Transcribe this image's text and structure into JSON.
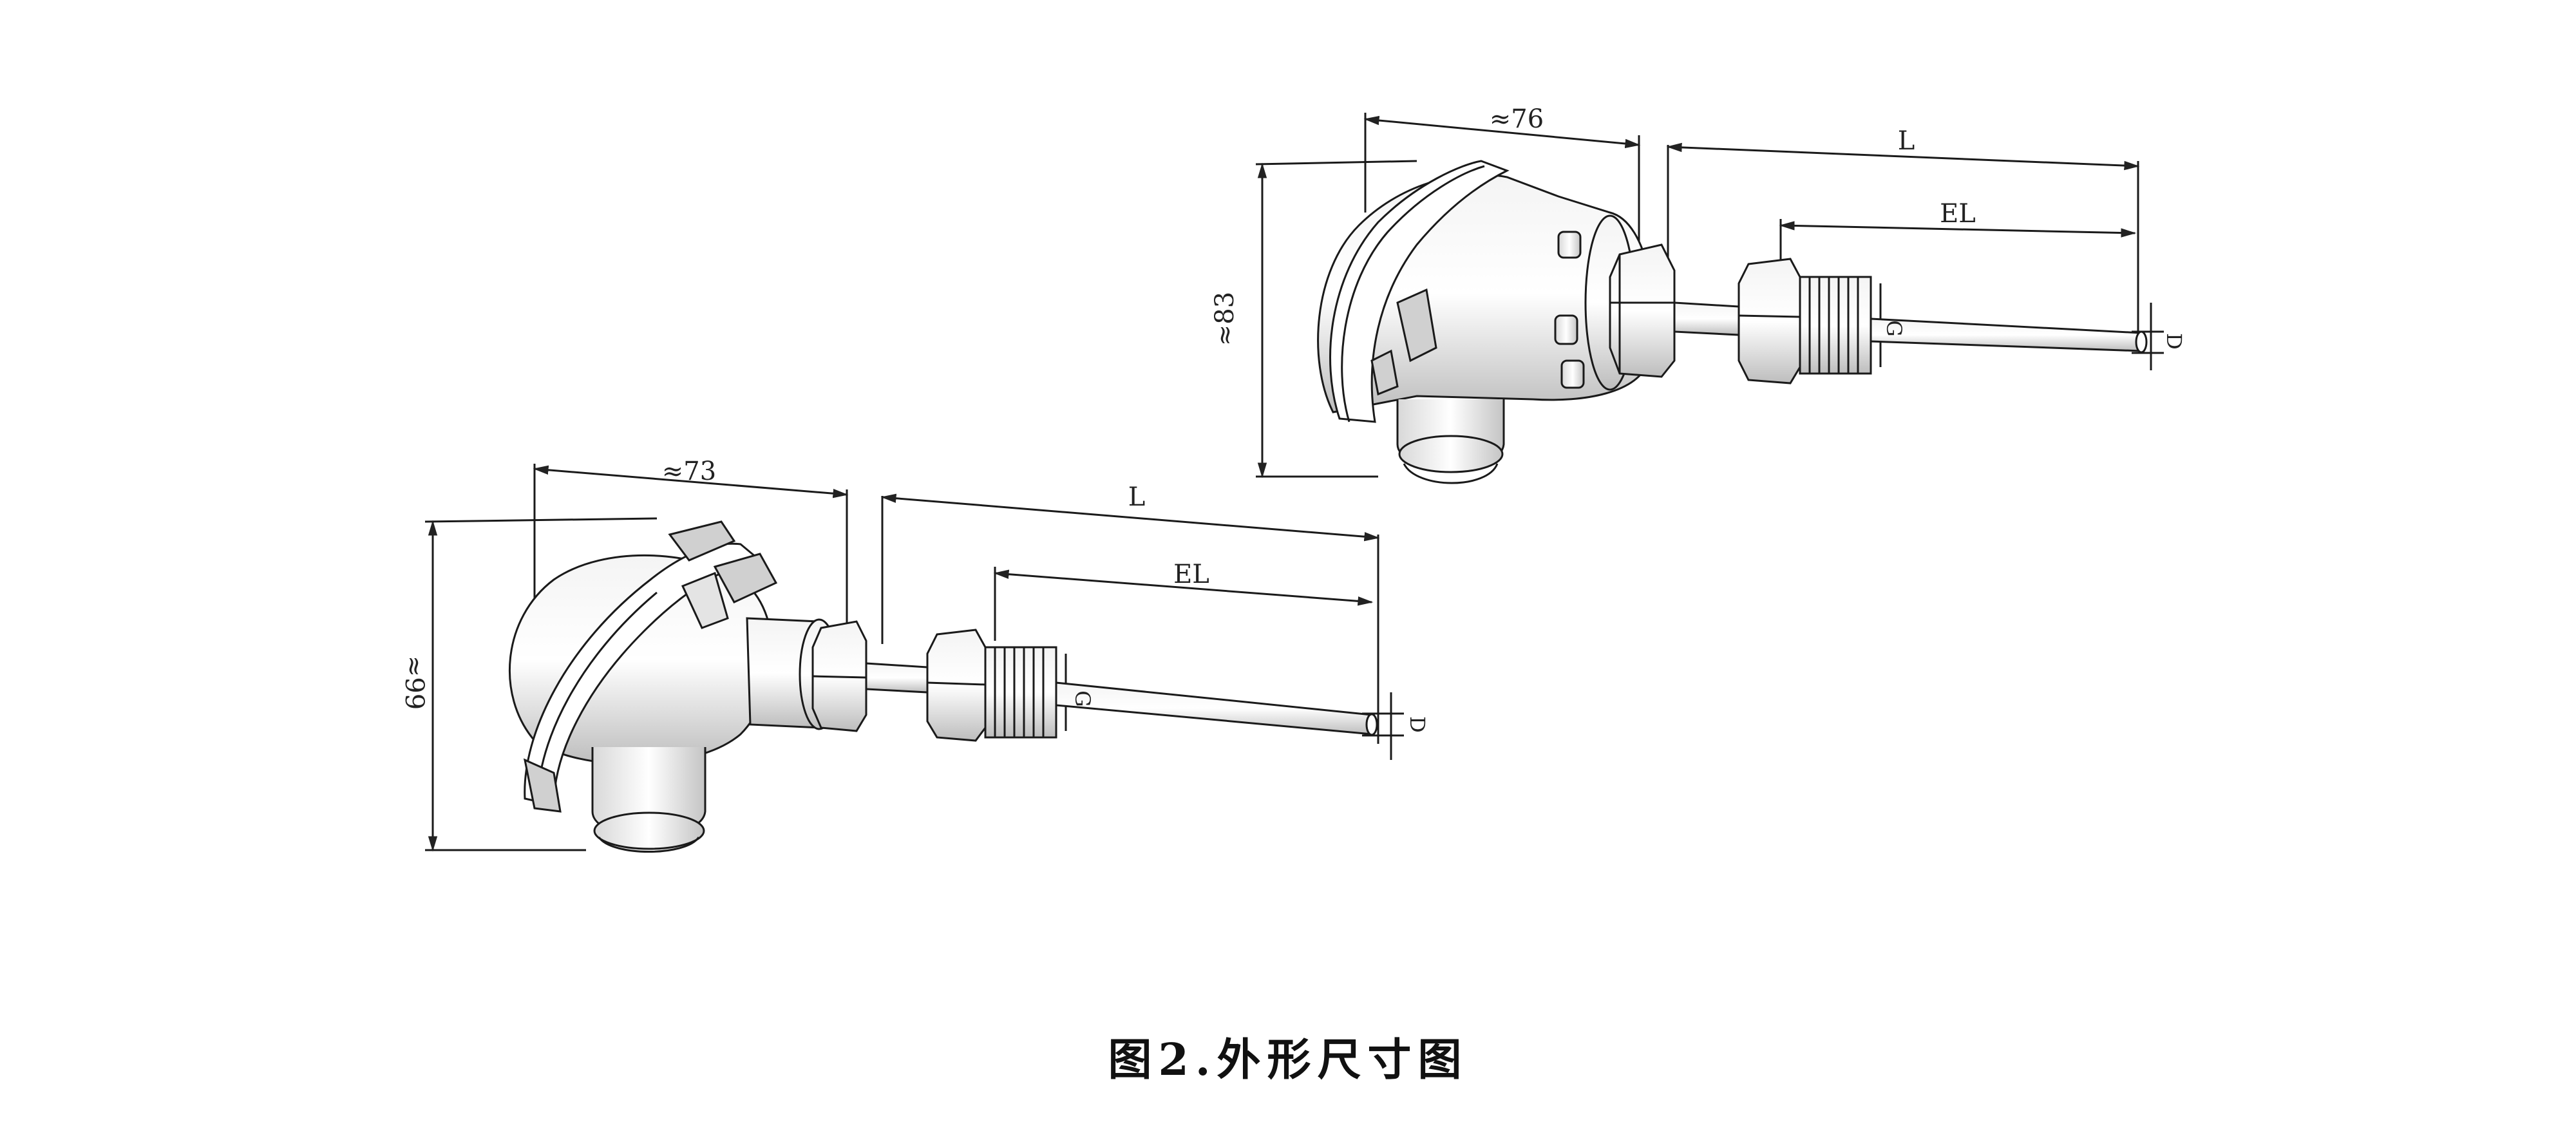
{
  "figure_caption": "图2.外形尺寸图",
  "thermocouple_large": {
    "head_width": "≈76",
    "head_height": "≈83",
    "length": "L",
    "insertion_length": "EL",
    "thread": "G",
    "diameter": "D"
  },
  "thermocouple_small": {
    "head_width": "≈73",
    "head_height": "≈99",
    "length": "L",
    "insertion_length": "EL",
    "thread": "G",
    "diameter": "D"
  },
  "colors": {
    "line": "#1a1a1a",
    "shade": "#cfcfcf",
    "background": "#ffffff"
  }
}
